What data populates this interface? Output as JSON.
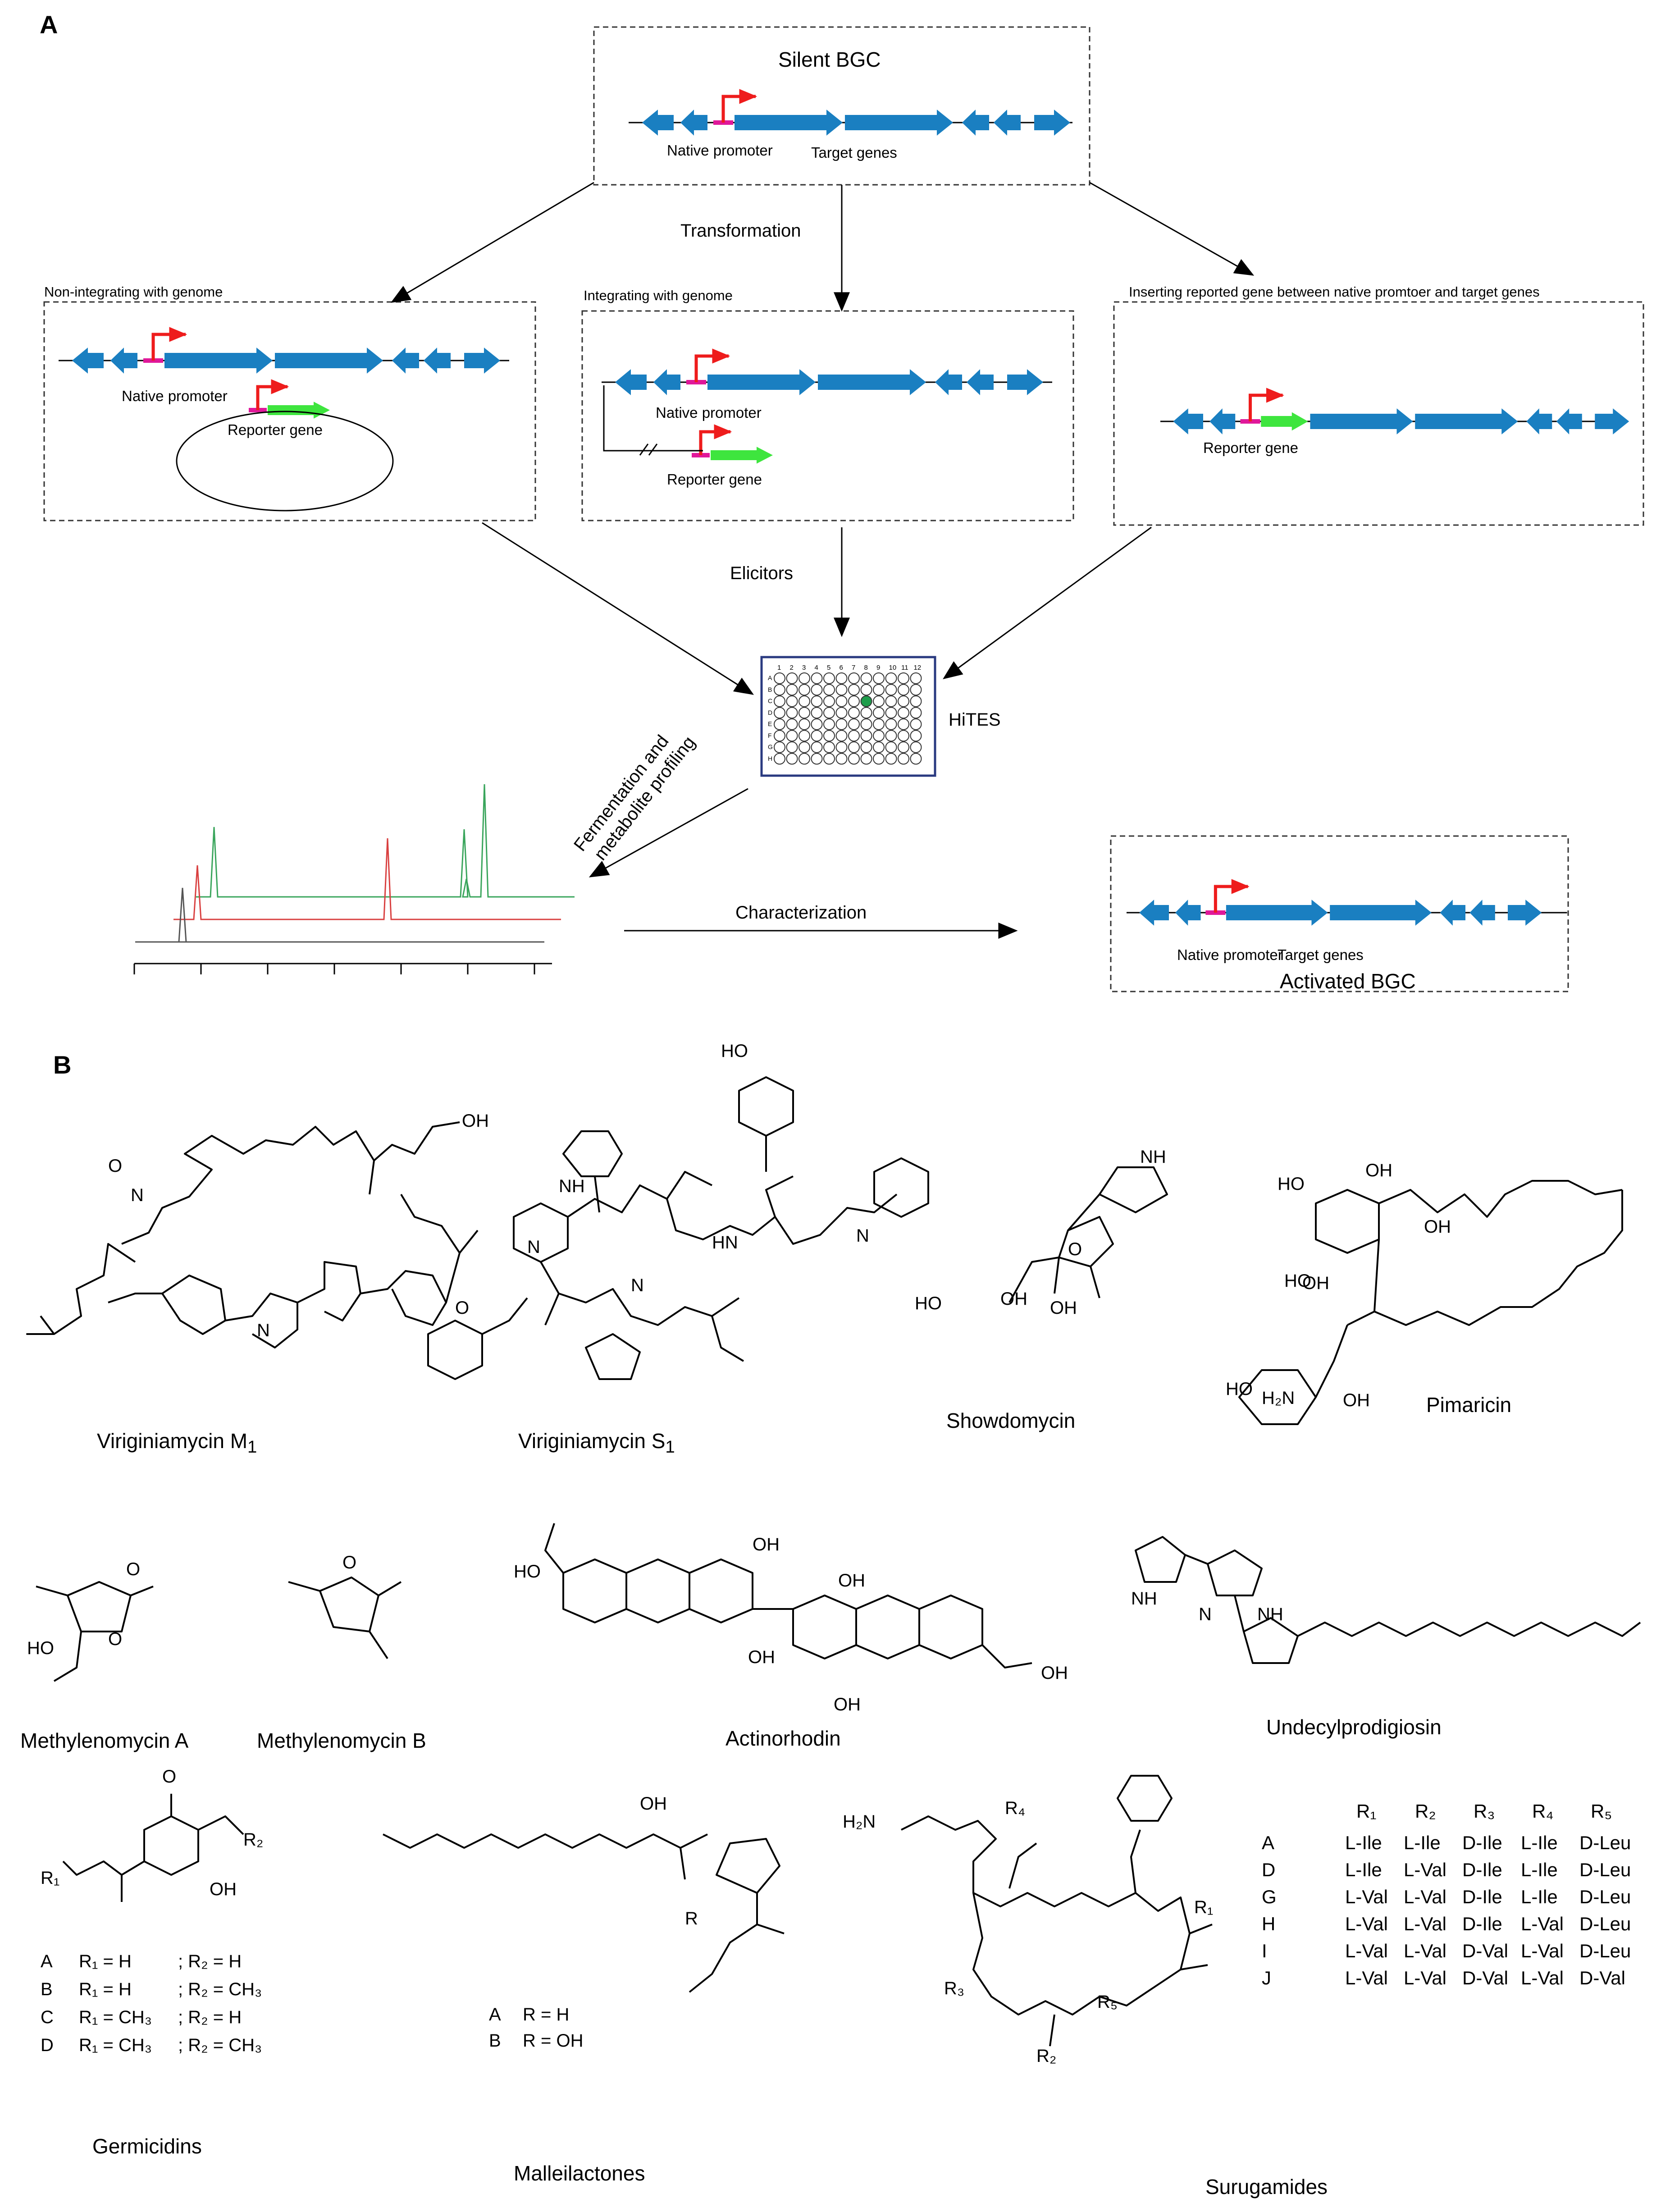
{
  "panels": {
    "a": "A",
    "b": "B"
  },
  "top": {
    "title": "Silent BGC",
    "native_promoter": "Native promoter",
    "target_genes": "Target genes"
  },
  "flow": {
    "transformation": "Transformation",
    "elicitors": "Elicitors",
    "hites": "HiTES",
    "fermentation": "Fermentation and",
    "profiling": "metabolite profiling",
    "characterization": "Characterization"
  },
  "box1": {
    "title": "Non-integrating with genome",
    "native_promoter": "Native promoter",
    "reporter": "Reporter gene"
  },
  "box2": {
    "title": "Integrating with genome",
    "native_promoter": "Native promoter",
    "reporter": "Reporter gene"
  },
  "box3": {
    "title": "Inserting reported gene between native promtoer and target genes",
    "reporter": "Reporter gene"
  },
  "activated": {
    "title": "Activated BGC",
    "native_promoter": "Native promoter",
    "target_genes": "Target genes"
  },
  "plate": {
    "cols": [
      "1",
      "2",
      "3",
      "4",
      "5",
      "6",
      "7",
      "8",
      "9",
      "10",
      "11",
      "12"
    ],
    "rows": [
      "A",
      "B",
      "C",
      "D",
      "E",
      "F",
      "G",
      "H"
    ]
  },
  "compounds": {
    "vm1_base": "Viriginiamycin M",
    "vm1_sub": "1",
    "vs1_base": "Viriginiamycin S",
    "vs1_sub": "1",
    "showdomycin": "Showdomycin",
    "pimaricin": "Pimaricin",
    "mma": "Methylenomycin A",
    "mmb": "Methylenomycin B",
    "actinorhodin": "Actinorhodin",
    "undecyl": "Undecylprodigiosin",
    "germicidins": "Germicidins",
    "malleilactones": "Malleilactones",
    "surugamides": "Surugamides"
  },
  "atoms": {
    "O": "O",
    "OH": "OH",
    "HO": "HO",
    "N": "N",
    "NH": "NH",
    "HN": "HN",
    "H2N": "H₂N",
    "H2N_long": "H₂N",
    "R": "R"
  },
  "germicidin_rows": [
    {
      "id": "A",
      "r1": "R₁ = H",
      "r2": "; R₂ = H"
    },
    {
      "id": "B",
      "r1": "R₁ = H",
      "r2": "; R₂ = CH₃"
    },
    {
      "id": "C",
      "r1": "R₁ = CH₃",
      "r2": "; R₂ = H"
    },
    {
      "id": "D",
      "r1": "R₁ = CH₃",
      "r2": "; R₂ = CH₃"
    }
  ],
  "germicidin_labels": {
    "r1": "R₁",
    "r2": "R₂"
  },
  "malleilactone_rows": [
    {
      "id": "A",
      "val": "R = H"
    },
    {
      "id": "B",
      "val": "R = OH"
    }
  ],
  "surugamide_labels": {
    "r1": "R₁",
    "r2": "R₂",
    "r3": "R₃",
    "r4": "R₄",
    "r5": "R₅"
  },
  "surugamide_table": {
    "headers": [
      "R₁",
      "R₂",
      "R₃",
      "R₄",
      "R₅"
    ],
    "rows": [
      {
        "id": "A",
        "vals": [
          "L-Ile",
          "L-Ile",
          "D-Ile",
          "L-Ile",
          "D-Leu"
        ]
      },
      {
        "id": "D",
        "vals": [
          "L-Ile",
          "L-Val",
          "D-Ile",
          "L-Ile",
          "D-Leu"
        ]
      },
      {
        "id": "G",
        "vals": [
          "L-Val",
          "L-Val",
          "D-Ile",
          "L-Ile",
          "D-Leu"
        ]
      },
      {
        "id": "H",
        "vals": [
          "L-Val",
          "L-Val",
          "D-Ile",
          "L-Val",
          "D-Leu"
        ]
      },
      {
        "id": "I",
        "vals": [
          "L-Val",
          "L-Val",
          "D-Val",
          "L-Val",
          "D-Leu"
        ]
      },
      {
        "id": "J",
        "vals": [
          "L-Val",
          "L-Val",
          "D-Val",
          "L-Val",
          "D-Val"
        ]
      }
    ]
  },
  "colors": {
    "gene": "#1a7fc1",
    "promoter": "#e0189a",
    "arrow": "#ee1c1c",
    "reporter": "#3ee53e",
    "trace_green": "#3aa55c",
    "trace_red": "#d94040",
    "trace_gray": "#555555",
    "plate_border": "#2a3a80",
    "hit_well": "#1e9d4b"
  }
}
